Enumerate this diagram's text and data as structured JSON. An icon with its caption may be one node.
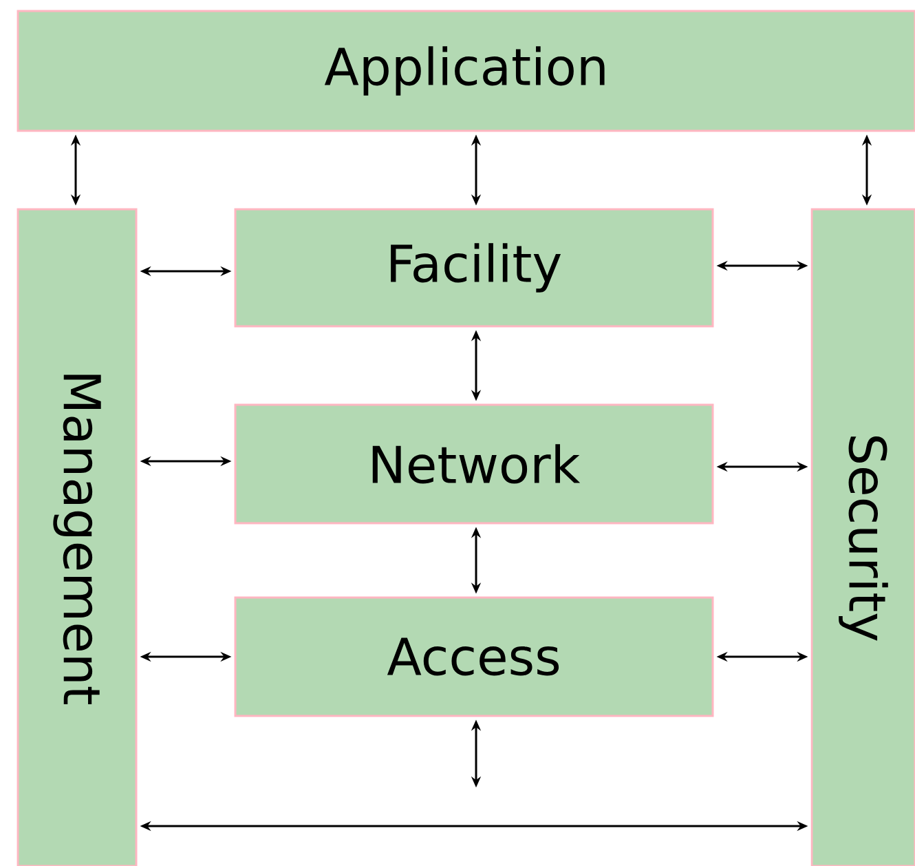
{
  "diagram": {
    "nodes": [
      {
        "text": [
          "Application"
        ]
      },
      {
        "text": [
          "Management"
        ]
      },
      {
        "text": [
          "Facility"
        ]
      },
      {
        "text": [
          "Network"
        ]
      },
      {
        "text": [
          "Access"
        ]
      },
      {
        "text": [
          "Security"
        ]
      }
    ],
    "edges": [
      {
        "from": 0,
        "to": 1,
        "arrow": "both"
      },
      {
        "from": 0,
        "to": 2,
        "arrow": "both"
      },
      {
        "from": 0,
        "to": 5,
        "arrow": "both"
      },
      {
        "from": 1,
        "to": 2,
        "arrow": "both"
      },
      {
        "from": 2,
        "to": 5,
        "arrow": "both"
      },
      {
        "from": 2,
        "to": 3,
        "arrow": "both"
      },
      {
        "from": 1,
        "to": 3,
        "arrow": "both"
      },
      {
        "from": 3,
        "to": 5,
        "arrow": "both"
      },
      {
        "from": 3,
        "to": 4,
        "arrow": "both"
      },
      {
        "from": 1,
        "to": 4,
        "arrow": "both"
      },
      {
        "from": 4,
        "to": 5,
        "arrow": "both"
      },
      {
        "from": 4,
        "to": null,
        "arrow": "both"
      },
      {
        "from": 1,
        "to": 5,
        "arrow": "both"
      }
    ]
  }
}
